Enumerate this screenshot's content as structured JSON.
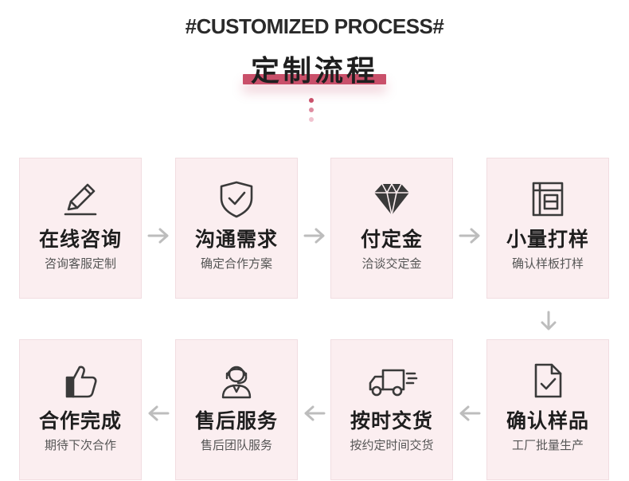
{
  "header": {
    "title_en": "#CUSTOMIZED PROCESS#",
    "title_cn": "定制流程",
    "accent_color": "#c9506a",
    "dot_colors": [
      "#c9506a",
      "#de8ca0",
      "#f0c3cf"
    ]
  },
  "steps": [
    {
      "title": "在线咨询",
      "subtitle": "咨询客服定制",
      "icon": "pencil-icon"
    },
    {
      "title": "沟通需求",
      "subtitle": "确定合作方案",
      "icon": "shield-check-icon"
    },
    {
      "title": "付定金",
      "subtitle": "洽谈交定金",
      "icon": "diamond-icon"
    },
    {
      "title": "小量打样",
      "subtitle": "确认样板打样",
      "icon": "sample-document-icon"
    },
    {
      "title": "确认样品",
      "subtitle": "工厂批量生产",
      "icon": "document-check-icon"
    },
    {
      "title": "按时交货",
      "subtitle": "按约定时间交货",
      "icon": "delivery-truck-icon"
    },
    {
      "title": "售后服务",
      "subtitle": "售后团队服务",
      "icon": "customer-service-icon"
    },
    {
      "title": "合作完成",
      "subtitle": "期待下次合作",
      "icon": "thumbs-up-icon"
    }
  ],
  "colors": {
    "card_bg": "#fbeef0",
    "arrow": "#bdbdbd",
    "icon": "#3a3a3a"
  }
}
